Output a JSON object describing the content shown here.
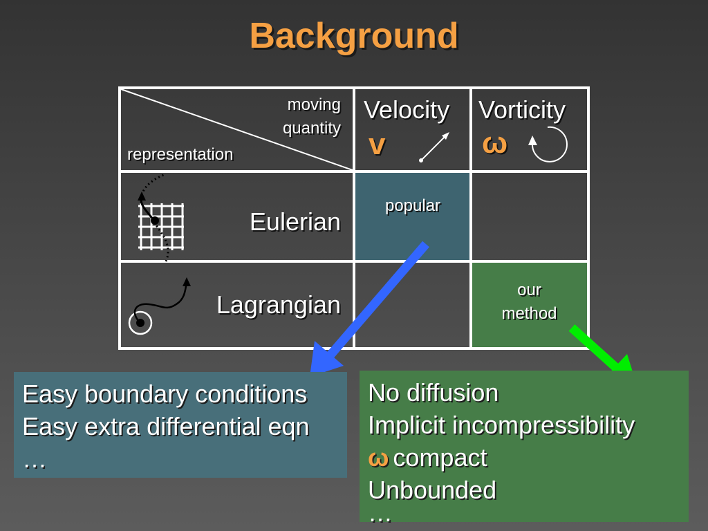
{
  "title": "Background",
  "table": {
    "header_corner": {
      "top": "moving\nquantity",
      "top_line1": "moving",
      "top_line2": "quantity",
      "bottom": "representation"
    },
    "columns": [
      {
        "label": "Velocity",
        "symbol": "v"
      },
      {
        "label": "Vorticity",
        "symbol": "ω"
      }
    ],
    "rows": [
      {
        "label": "Eulerian",
        "cells": [
          "popular",
          ""
        ]
      },
      {
        "label": "Lagrangian",
        "cells": [
          "",
          "our\nmethod"
        ]
      }
    ],
    "our_method_line1": "our",
    "our_method_line2": "method"
  },
  "boxes": {
    "eulerian_velocity": {
      "lines": [
        "Easy boundary conditions",
        "Easy extra differential eqn",
        "…"
      ]
    },
    "lagrangian_vorticity": {
      "lines": [
        "No diffusion",
        "Implicit incompressibility",
        "compact",
        "Unbounded",
        "…"
      ],
      "omega_symbol": "ω"
    }
  },
  "colors": {
    "title": "#f5a043",
    "symbol": "#f5a043",
    "popular_cell": "#3e6470",
    "our_method_cell": "#467d48",
    "blue_arrow": "#3366ff",
    "green_arrow": "#00ee00",
    "blue_box": "#486f7a",
    "green_box": "#467d48"
  }
}
